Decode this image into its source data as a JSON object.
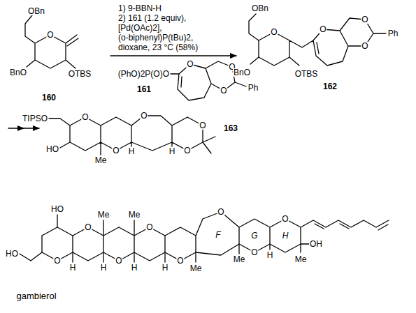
{
  "diagram": {
    "labels": [
      "OBn",
      "BnO",
      "OTBS",
      "O",
      "160",
      "1) 9-BBN-H",
      "2) 161 (1.2 equiv),",
      "[Pd(OAc)2],",
      "(o-biphenyl)P(tBu)2,",
      "dioxane, 23 °C (58%)",
      "(PhO)2P(O)O",
      "O",
      "O",
      "O",
      "Ph",
      "161",
      "OBn",
      "O",
      "BnO",
      "OTBS",
      "O",
      "O",
      "O",
      "Ph",
      "162",
      "TIPSO",
      "HO",
      "Me",
      "O",
      "O",
      "O",
      "O",
      "O",
      "H",
      "H",
      "163",
      "HO",
      "Me",
      "Me",
      "HO",
      "O",
      "O",
      "O",
      "O",
      "O",
      "O",
      "O",
      "O",
      "H",
      "H",
      "H",
      "H",
      "Me",
      "F",
      "Me",
      "G",
      "H",
      "H",
      "Me",
      "OH",
      "gambierol"
    ]
  }
}
